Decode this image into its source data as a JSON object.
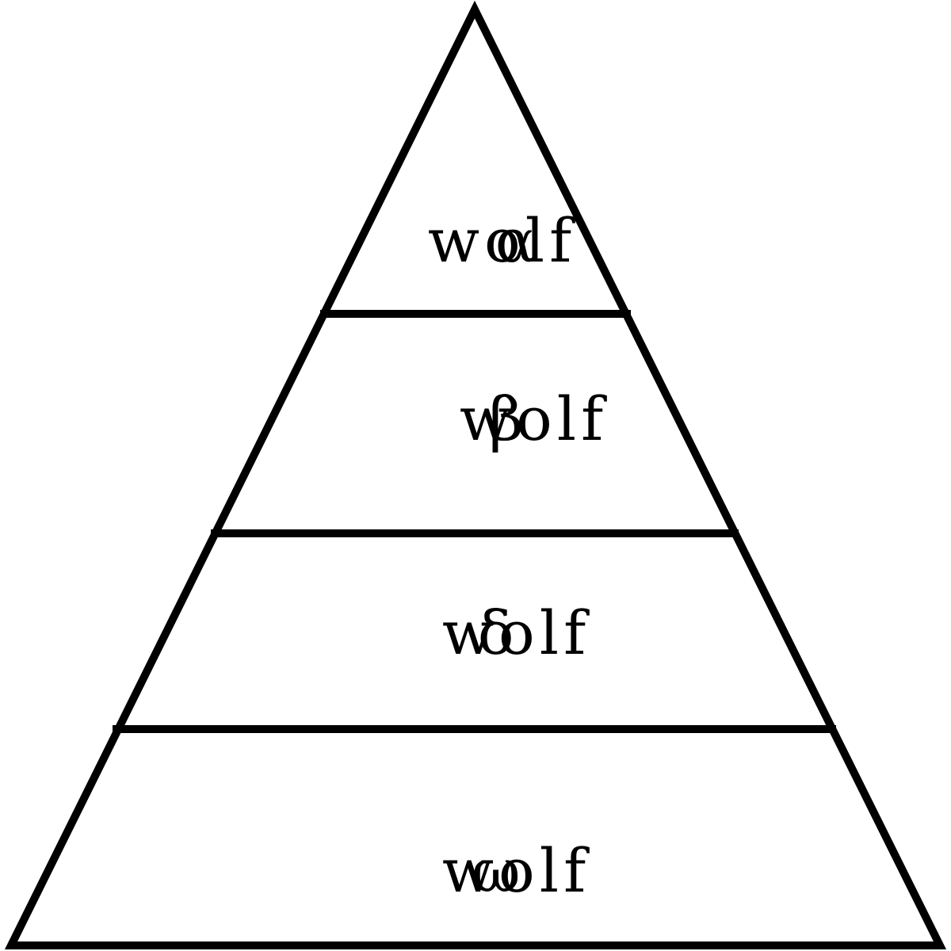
{
  "diagram": {
    "type": "pyramid-hierarchy",
    "line_color": "#000000",
    "background_color": "#ffffff",
    "tiers": [
      {
        "symbol": "α",
        "label": "wolf"
      },
      {
        "symbol": "β",
        "label": "wolf"
      },
      {
        "symbol": "δ",
        "label": "wolf"
      },
      {
        "symbol": "ω",
        "label": "wolf"
      }
    ]
  }
}
